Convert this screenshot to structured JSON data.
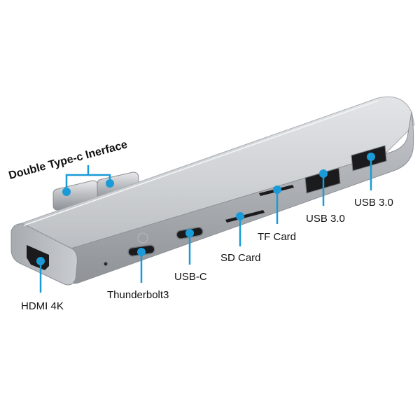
{
  "labels": {
    "double_typec": "Double Type-c Inerface",
    "hdmi": "HDMI 4K",
    "thunderbolt": "Thunderbolt3",
    "usb_c": "USB-C",
    "sd_card": "SD Card",
    "tf_card": "TF Card",
    "usb30_a": "USB 3.0",
    "usb30_b": "USB 3.0"
  },
  "colors": {
    "callout_line": "#1a9bd7",
    "callout_dot": "#1a9bd7",
    "body_light": "#d4d6d9",
    "body_dark": "#9ea2a7",
    "port_dark": "#1b1b1d"
  },
  "icons": {
    "hub": "usb-c-hub-icon"
  }
}
